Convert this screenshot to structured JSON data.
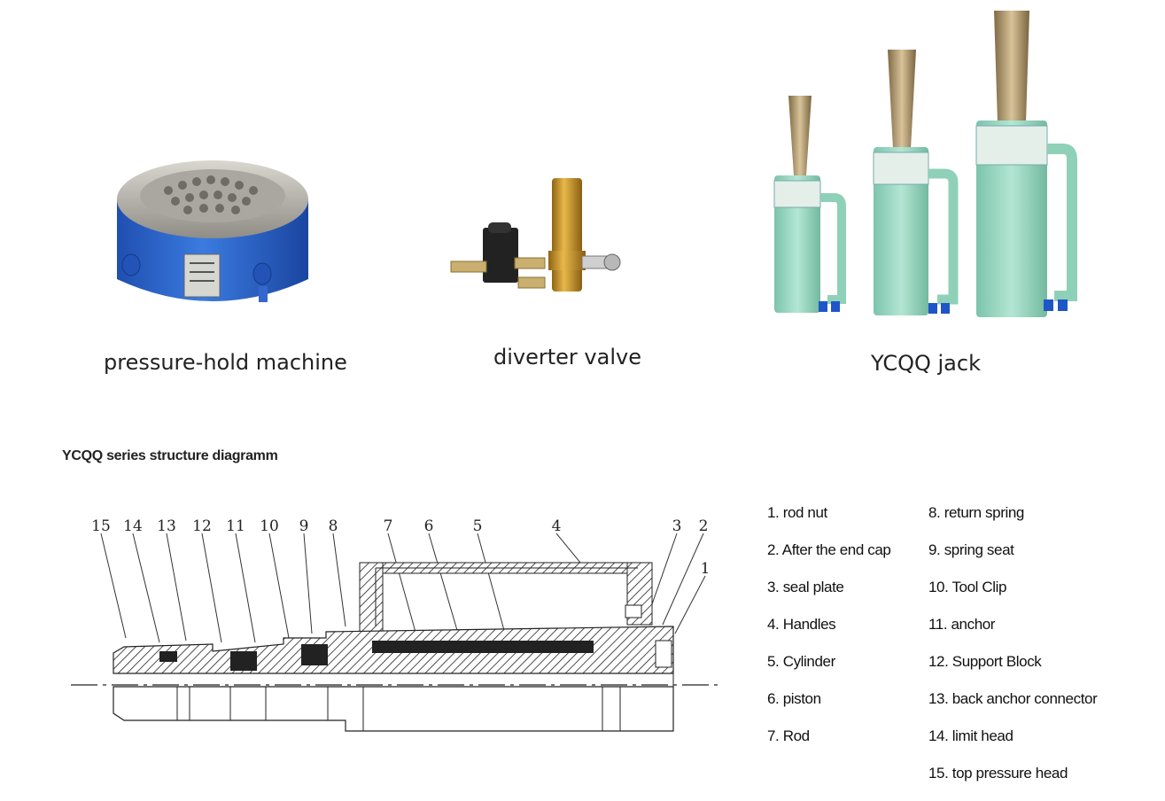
{
  "products": [
    {
      "caption": "pressure-hold machine",
      "icon": "pressure-hold-machine-image"
    },
    {
      "caption": "diverter valve",
      "icon": "diverter-valve-image"
    },
    {
      "caption": "YCQQ jack",
      "icon": "ycqq-jack-image"
    }
  ],
  "diagram": {
    "title": "YCQQ series structure diagramm",
    "part_numbers": [
      "15",
      "14",
      "13",
      "12",
      "11",
      "10",
      "9",
      "8",
      "7",
      "6",
      "5",
      "4",
      "3",
      "2",
      "1"
    ]
  },
  "legend": {
    "col1": [
      "1. rod nut",
      "2. After the end cap",
      "3. seal plate",
      "4. Handles",
      "5. Cylinder",
      "6. piston",
      "7. Rod"
    ],
    "col2": [
      "8. return spring",
      "9. spring seat",
      "10. Tool Clip",
      "11. anchor",
      "12. Support Block",
      "13. back anchor connector",
      "14. limit head",
      "15. top pressure head"
    ]
  },
  "colors": {
    "machine_blue": "#2a63c9",
    "machine_steel": "#b9b7b0",
    "valve_gold": "#c9952a",
    "jack_green": "#9cd8c2",
    "jack_bronze": "#b59b6c"
  }
}
